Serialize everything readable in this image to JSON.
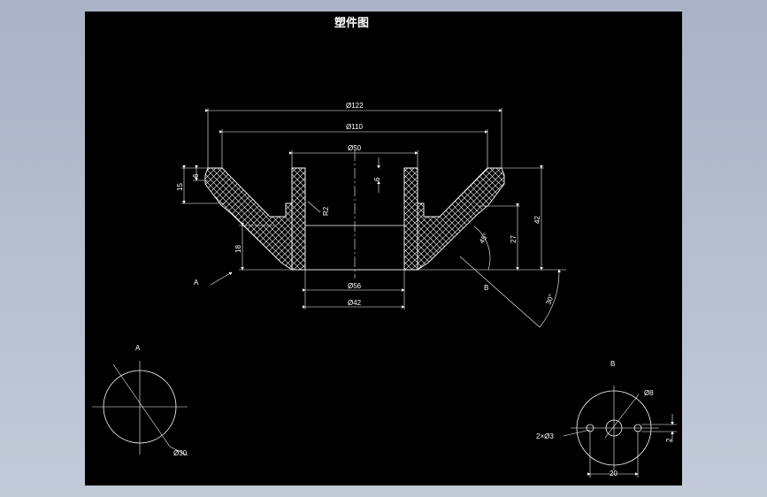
{
  "title": "塑件图",
  "section_view": {
    "dimensions": {
      "d122": "Ø122",
      "d110": "Ø110",
      "d50": "Ø50",
      "d56": "Ø56",
      "d42": "Ø42",
      "h6_left": "6",
      "h15": "15",
      "h18": "18",
      "h6_inner": "6",
      "r2": "R2",
      "h27": "27",
      "h42": "42",
      "a45": "45°",
      "a30": "30°"
    },
    "view_arrow_a": "A",
    "view_arrow_b": "B"
  },
  "view_a": {
    "label": "A",
    "diameter": "Ø30"
  },
  "view_b": {
    "label": "B",
    "diameter": "Ø8",
    "holes": "2×Ø3",
    "width": "20",
    "offset": "2"
  },
  "colors": {
    "background": "#000000",
    "lines": "#ffffff",
    "desktop": "#b6bfd0"
  }
}
